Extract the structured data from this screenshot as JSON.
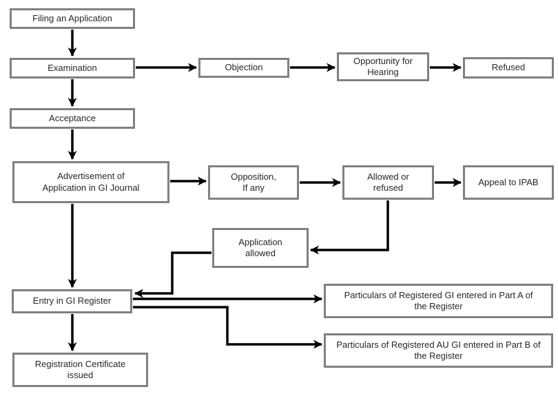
{
  "diagram": {
    "type": "flowchart",
    "subject": "GI registration process",
    "background_color": "#ffffff",
    "box_fill_color": "#ffffff",
    "box_border_color": "#808080",
    "text_color": "#262626",
    "arrow_color": "#000000"
  },
  "nodes": {
    "filing": {
      "label": "Filing an Application"
    },
    "examination": {
      "label": "Examination"
    },
    "acceptance": {
      "label": "Acceptance"
    },
    "objection": {
      "label": "Objection"
    },
    "opportunity": {
      "label": "Opportunity for\nHearing"
    },
    "refused": {
      "label": "Refused"
    },
    "advert": {
      "label": "Advertisement of\nApplication in GI Journal"
    },
    "opposition": {
      "label": "Opposition,\nIf any"
    },
    "allowed": {
      "label": "Allowed or\nrefused"
    },
    "appeal": {
      "label": "Appeal to IPAB"
    },
    "app_allowed": {
      "label": "Application\nallowed"
    },
    "entry": {
      "label": "Entry in GI Register"
    },
    "part_a": {
      "label": "Particulars of Registered GI entered in Part A of\nthe Register"
    },
    "part_b": {
      "label": "Particulars of Registered AU GI entered in Part B of\nthe Register"
    },
    "reg_cert": {
      "label": "Registration Certificate\nissued"
    }
  },
  "edges": [
    "Filing an Application -> Examination",
    "Examination -> Objection",
    "Objection -> Opportunity for Hearing",
    "Opportunity for Hearing -> Refused",
    "Examination -> Acceptance",
    "Acceptance -> Advertisement of Application in GI Journal",
    "Advertisement of Application in GI Journal -> Opposition, If any",
    "Opposition, If any -> Allowed or refused",
    "Allowed or refused -> Appeal to IPAB",
    "Allowed or refused -> Application allowed",
    "Application allowed -> Entry in GI Register",
    "Advertisement of Application in GI Journal -> Entry in GI Register",
    "Entry in GI Register -> Particulars of Registered GI entered in Part A of the Register",
    "Entry in GI Register -> Particulars of Registered AU GI entered in Part B of the Register",
    "Entry in GI Register -> Registration Certificate issued"
  ]
}
